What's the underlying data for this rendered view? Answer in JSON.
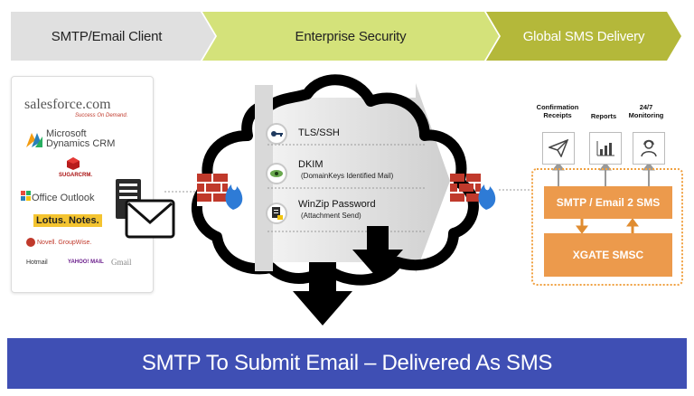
{
  "stages": [
    "SMTP/Email Client",
    "Enterprise Security",
    "Global SMS Delivery"
  ],
  "clients": {
    "salesforce": "salesforce.com",
    "salesforce_tagline": "Success On Demand.",
    "microsoft": "Microsoft",
    "dynamics": "Dynamics CRM",
    "sugarcrm": "SUGARCRM.",
    "office_outlook": "Office Outlook",
    "lotus_notes": "Lotus. Notes.",
    "novell": "Novell. GroupWise.",
    "hotmail": "Hotmail",
    "yahoo": "YAHOO! MAIL",
    "gmail": "Gmail"
  },
  "security": [
    {
      "title": "TLS/SSH",
      "subtitle": ""
    },
    {
      "title": "DKIM",
      "subtitle": "(DomainKeys Identified Mail)"
    },
    {
      "title": "WinZip Password",
      "subtitle": "(Attachment Send)"
    }
  ],
  "delivery": {
    "features": [
      "Confirmation Receipts",
      "Reports",
      "24/7 Monitoring"
    ],
    "gateway": "SMTP / Email 2 SMS",
    "smsc": "XGATE SMSC"
  },
  "banner": "SMTP To Submit Email – Delivered As SMS",
  "colors": {
    "stage1": "#e0e0e0",
    "stage2": "#d4e27a",
    "stage3": "#b4b83a",
    "orange": "#ec9a4c",
    "banner": "#3f4fb4",
    "firewall": "#c0392b",
    "flame": "#2e7bd6"
  }
}
